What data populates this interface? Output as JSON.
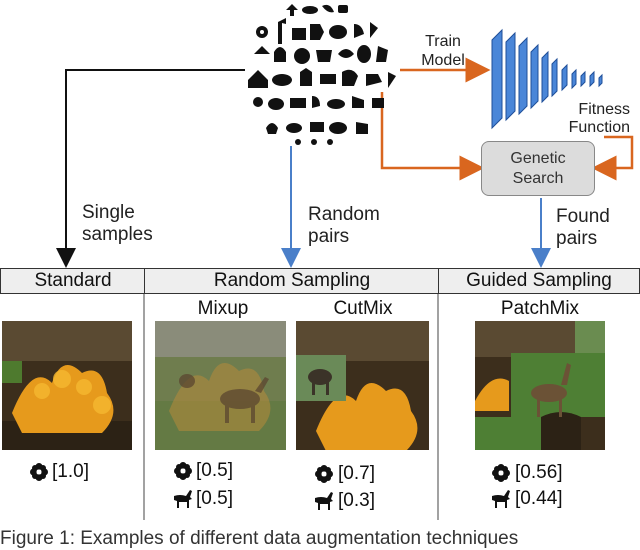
{
  "labels": {
    "train_model_line1": "Train",
    "train_model_line2": "Model",
    "fitness_line1": "Fitness",
    "fitness_line2": "Function",
    "genetic_line1": "Genetic",
    "genetic_line2": "Search",
    "single_line1": "Single",
    "single_line2": "samples",
    "random_line1": "Random",
    "random_line2": "pairs",
    "found_line1": "Found",
    "found_line2": "pairs"
  },
  "sections": {
    "standard": "Standard",
    "random_sampling": "Random Sampling",
    "guided_sampling": "Guided Sampling"
  },
  "methods": {
    "mixup": "Mixup",
    "cutmix": "CutMix",
    "patchmix": "PatchMix"
  },
  "weights": {
    "standard_flower": "[1.0]",
    "mixup_flower": "[0.5]",
    "mixup_goat": "[0.5]",
    "cutmix_flower": "[0.7]",
    "cutmix_goat": "[0.3]",
    "patchmix_flower": "[0.56]",
    "patchmix_goat": "[0.44]"
  },
  "caption": "Figure 1: Examples of different data augmentation techniques",
  "colors": {
    "orange_arrow": "#d9661f",
    "blue_arrow": "#4a7fc9",
    "black_arrow": "#111111",
    "cnn_blue": "#4a86d8"
  },
  "icons": [
    "dataset-icon-cloud",
    "cnn-network-icon",
    "flower-icon",
    "goat-icon"
  ]
}
